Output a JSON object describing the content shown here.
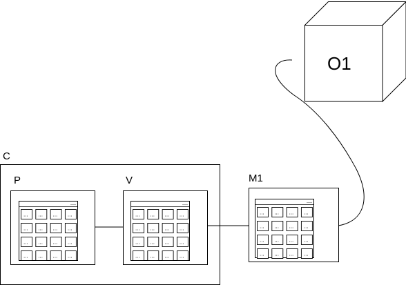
{
  "diagram": {
    "container": {
      "label": "C"
    },
    "screens": [
      {
        "id": "p",
        "label": "P",
        "grid": {
          "rows": 4,
          "cols": 4,
          "cell_text": "..."
        }
      },
      {
        "id": "v",
        "label": "V",
        "grid": {
          "rows": 4,
          "cols": 4,
          "cell_text": "..."
        }
      },
      {
        "id": "m1",
        "label": "M1",
        "grid": {
          "rows": 4,
          "cols": 4,
          "cell_text": "..."
        }
      }
    ],
    "cube": {
      "label": "O1"
    },
    "connections": [
      {
        "from": "p",
        "to": "v",
        "style": "straight"
      },
      {
        "from": "v",
        "to": "m1",
        "style": "straight"
      },
      {
        "from": "m1",
        "to": "cube",
        "style": "curved"
      }
    ]
  }
}
